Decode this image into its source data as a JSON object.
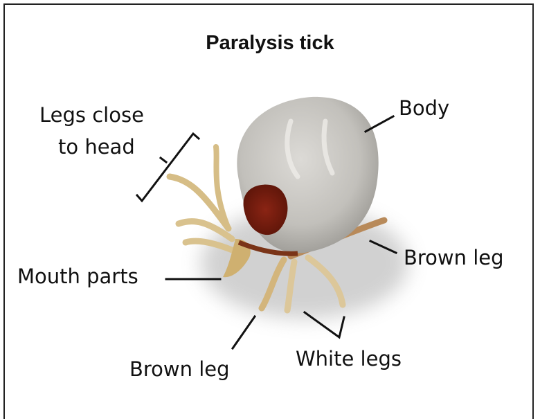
{
  "diagram": {
    "title": "Paralysis tick",
    "labels": {
      "legs_close_to_head_line1": "Legs close",
      "legs_close_to_head_line2": "to head",
      "body": "Body",
      "brown_leg_right": "Brown leg",
      "mouth_parts": "Mouth parts",
      "brown_leg_bottom": "Brown leg",
      "white_legs": "White legs"
    }
  },
  "colors": {
    "body": "#c9c7c3",
    "head_shield": "#7a1e10",
    "leg": "#d8c08a",
    "leg_brown": "#8a3a1c",
    "line": "#111111"
  }
}
